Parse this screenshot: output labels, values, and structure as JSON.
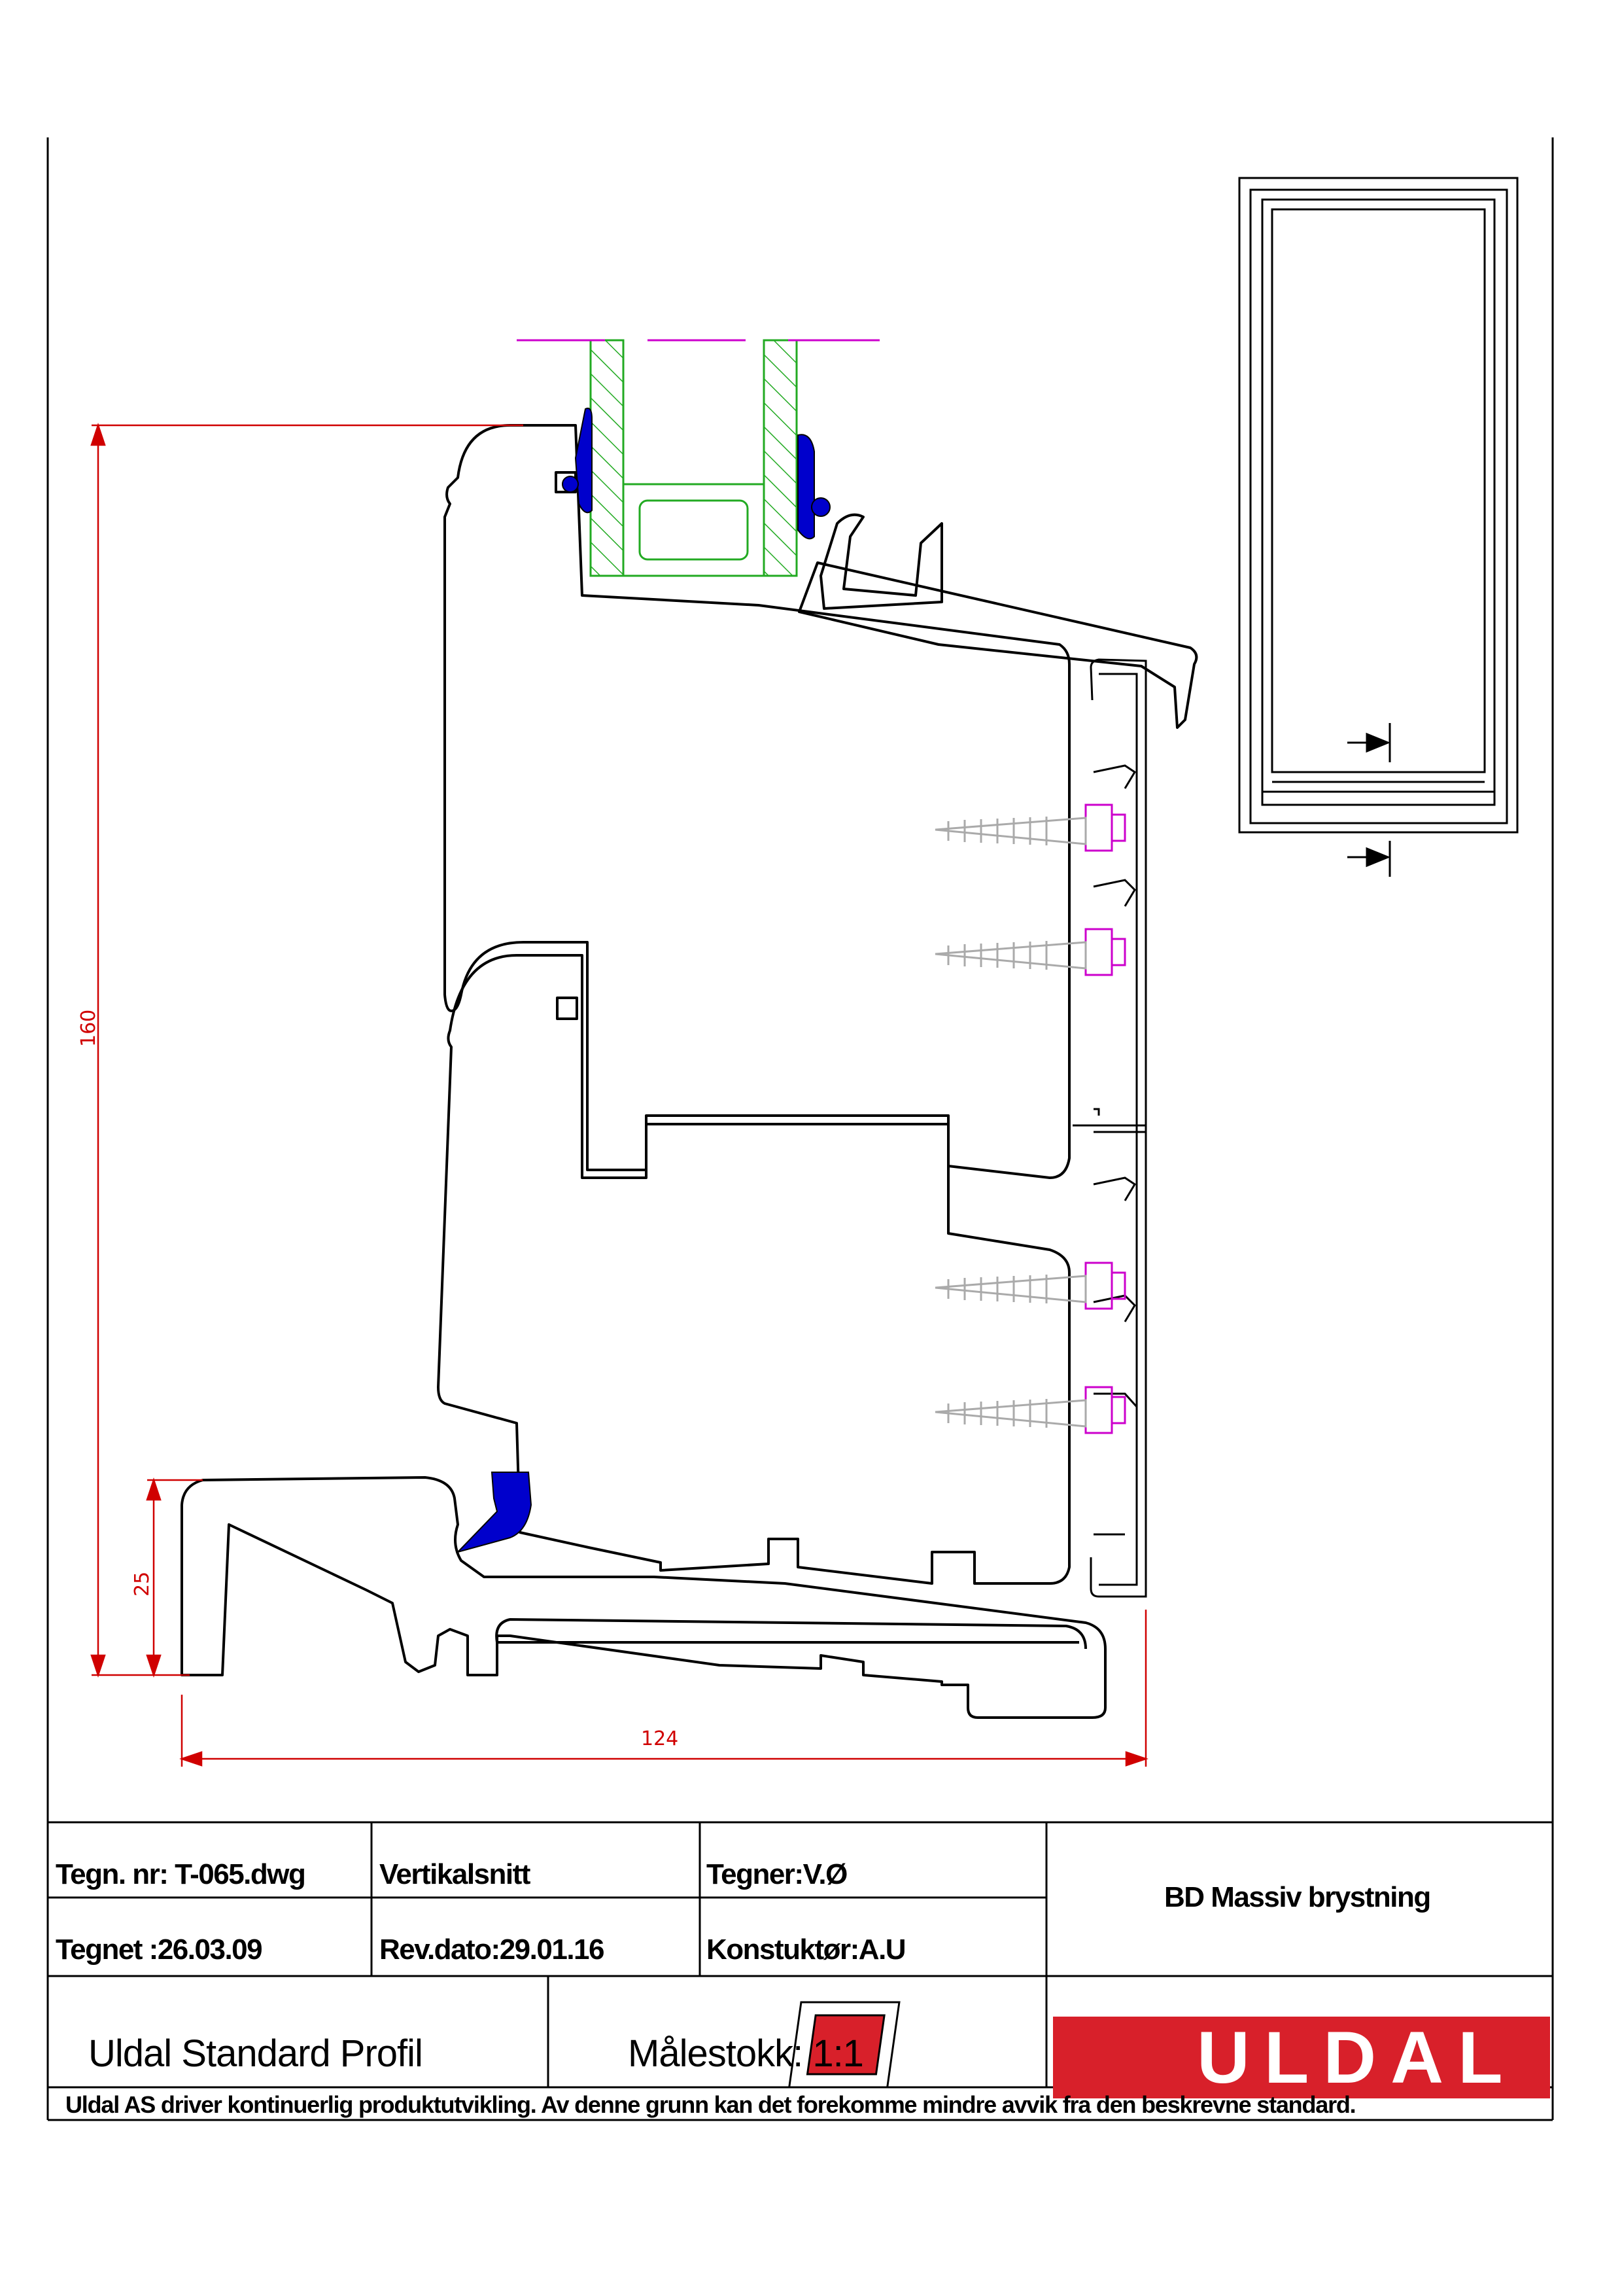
{
  "drawing": {
    "dimensions": {
      "overall_height": "160",
      "sill_height": "25",
      "overall_width": "124"
    }
  },
  "title_block": {
    "drawing_no": "Tegn. nr: T-065.dwg",
    "section": "Vertikalsnitt",
    "drafter": "Tegner:V.Ø",
    "product": "BD Massiv brystning",
    "drawn_date": "Tegnet :26.03.09",
    "rev_date": "Rev.dato:29.01.16",
    "designer": "Konstuktør:A.U",
    "profile": "Uldal Standard Profil",
    "scale": "Målestokk: 1:1",
    "logo_text": "ULDAL",
    "footer": "Uldal AS driver kontinuerlig produktutvikling. Av denne grunn kan det forekomme mindre avvik fra den beskrevne standard."
  },
  "colors": {
    "line": "#000000",
    "dimension": "#d00000",
    "glass": "#22aa22",
    "gasket": "#0000cc",
    "clip": "#cc00cc",
    "axis": "#cc00cc",
    "brand": "#d8202a"
  }
}
